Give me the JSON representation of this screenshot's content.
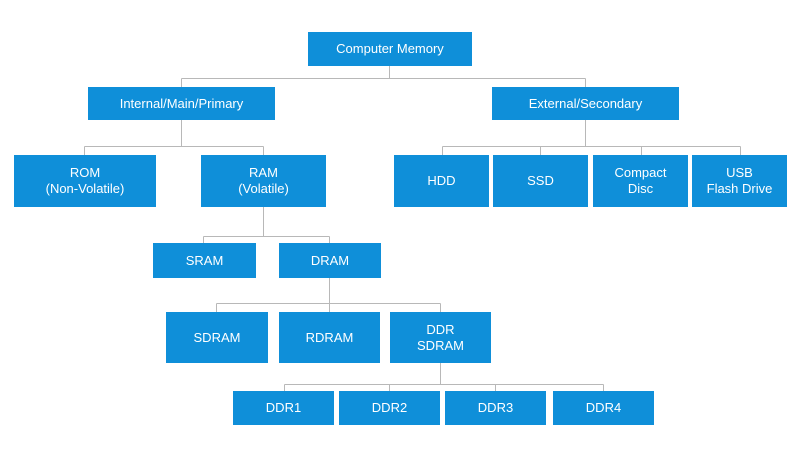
{
  "diagram": {
    "colors": {
      "node_fill": "#0f8fd9",
      "node_text": "#ffffff",
      "connector": "#b8b8b8",
      "background": "#ffffff"
    },
    "nodes": {
      "computer_memory": "Computer Memory",
      "internal": "Internal/Main/Primary",
      "external": "External/Secondary",
      "rom": "ROM\n(Non-Volatile)",
      "ram": "RAM\n(Volatile)",
      "hdd": "HDD",
      "ssd": "SSD",
      "compact_disc": "Compact\nDisc",
      "usb": "USB\nFlash Drive",
      "sram": "SRAM",
      "dram": "DRAM",
      "sdram": "SDRAM",
      "rdram": "RDRAM",
      "ddr_sdram": "DDR\nSDRAM",
      "ddr1": "DDR1",
      "ddr2": "DDR2",
      "ddr3": "DDR3",
      "ddr4": "DDR4"
    }
  }
}
